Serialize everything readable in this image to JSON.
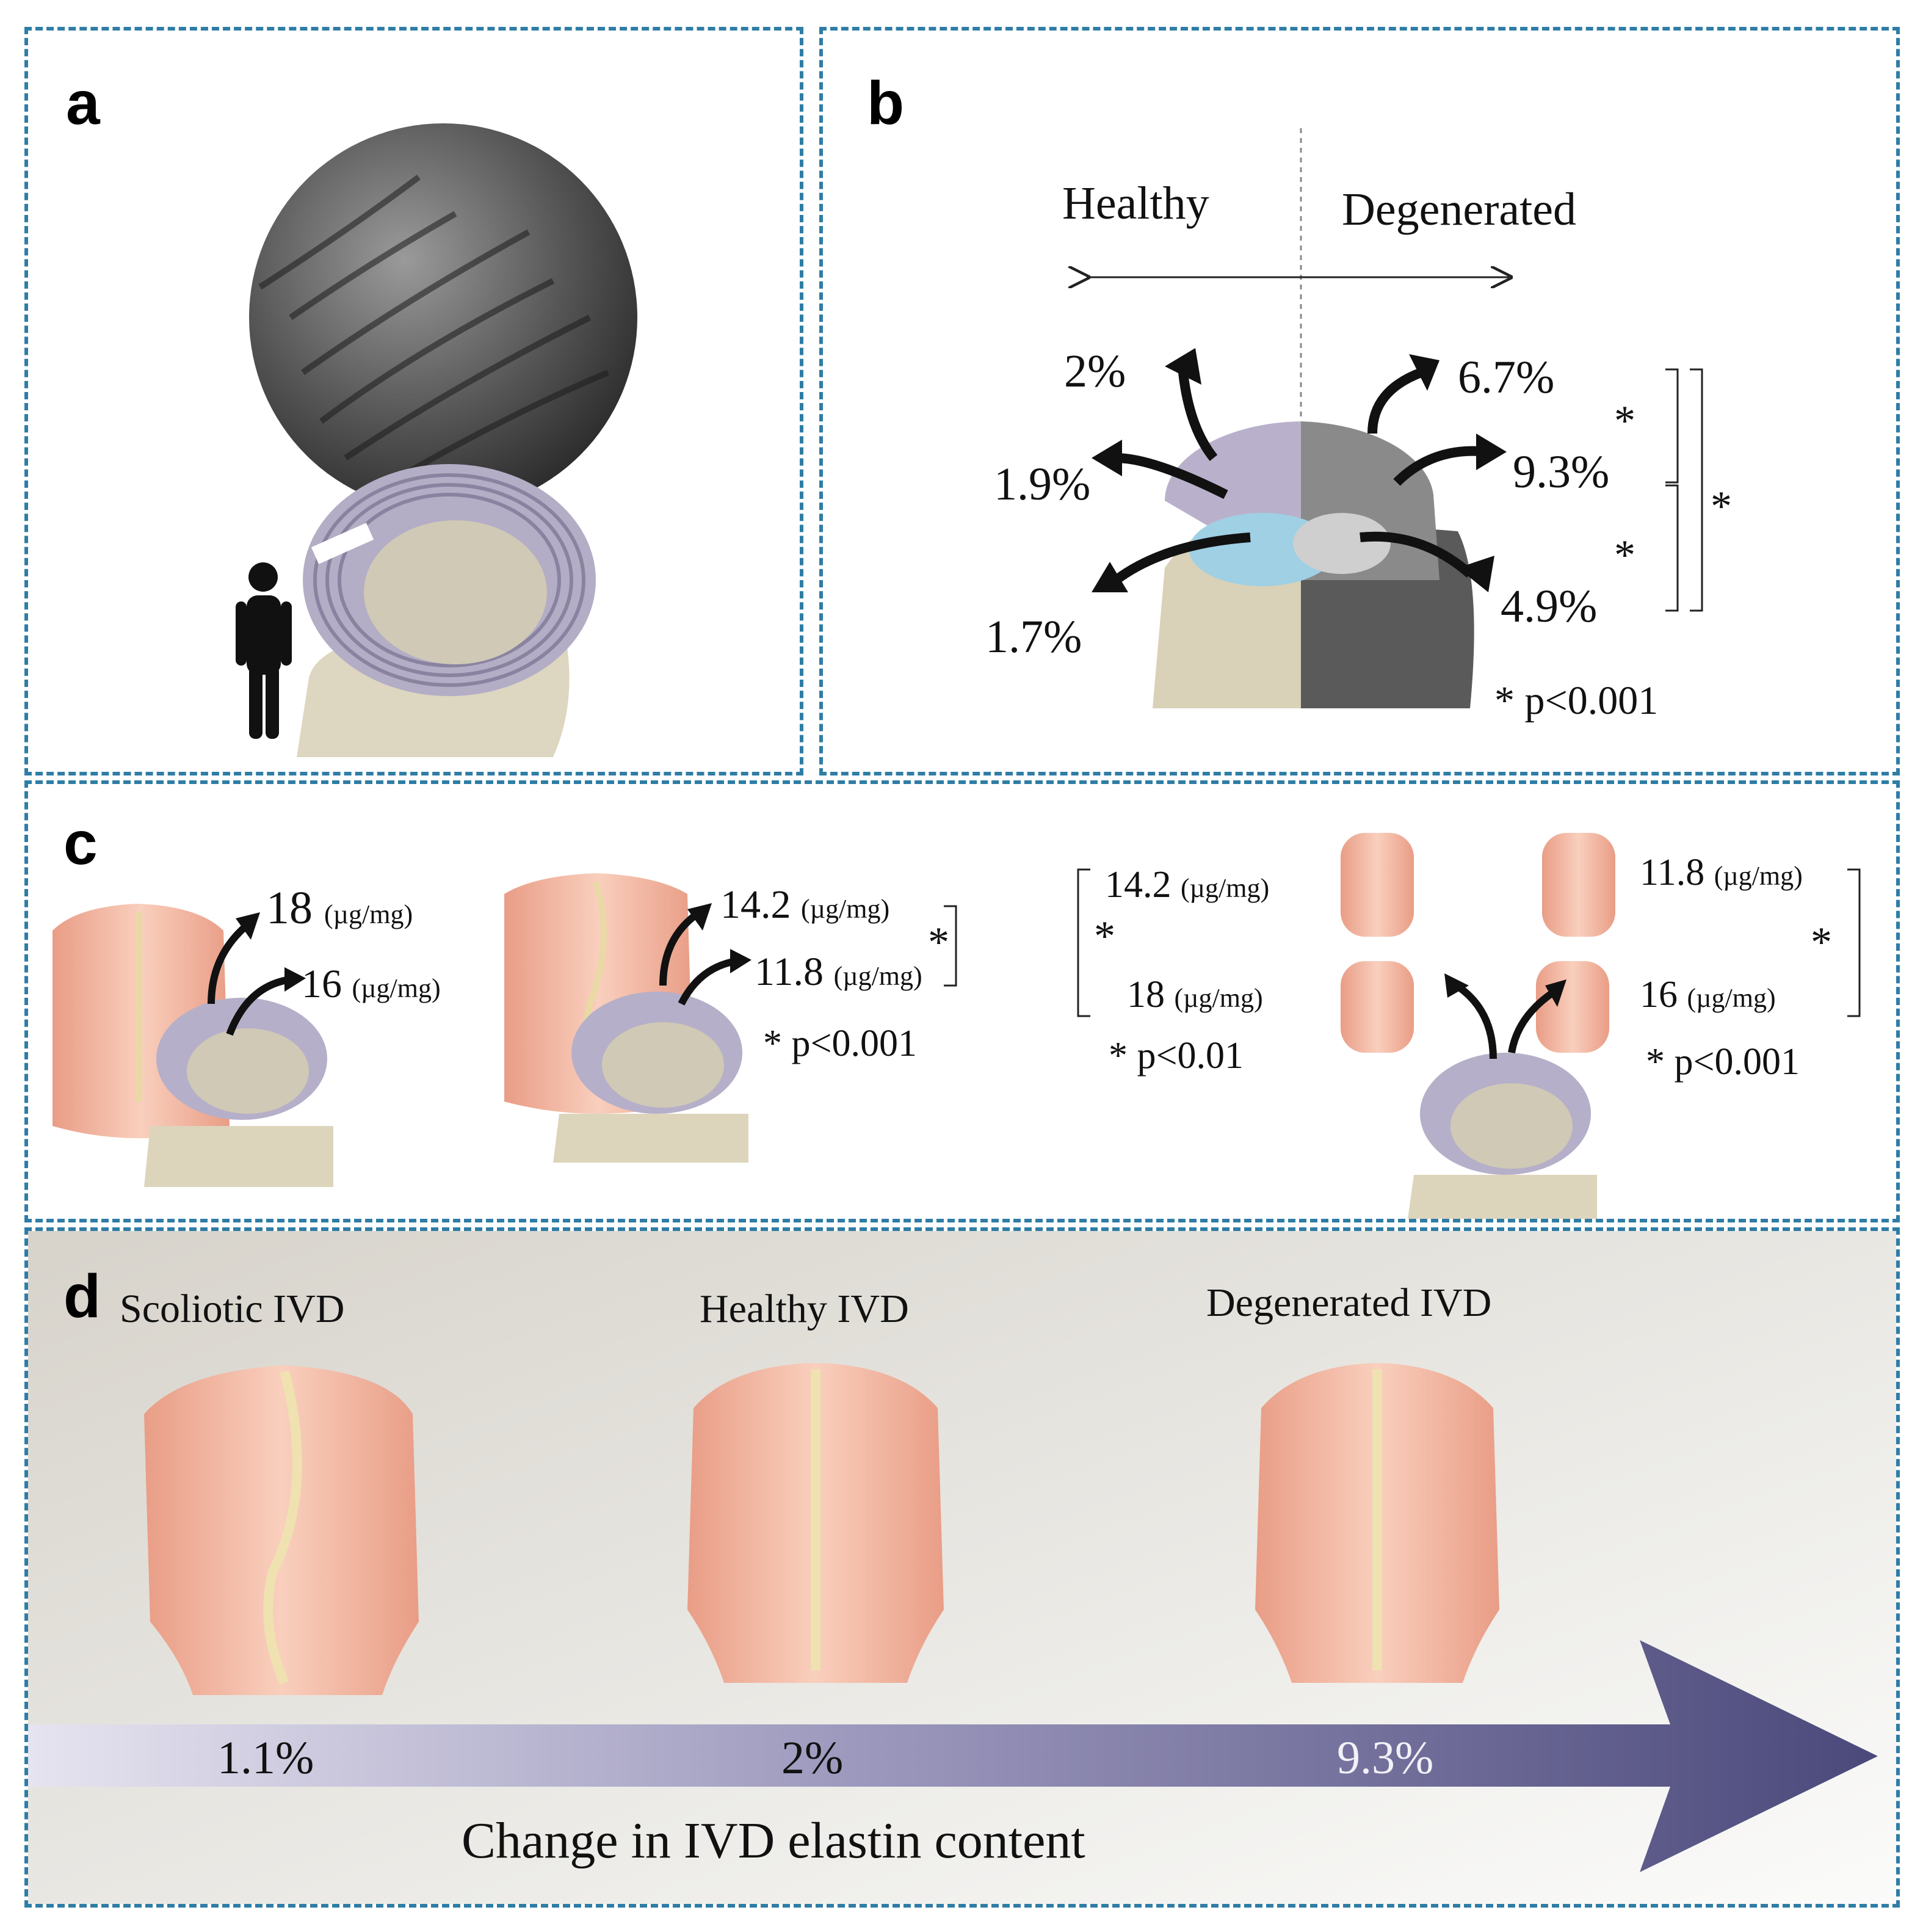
{
  "panels": {
    "a": {
      "label": "a"
    },
    "b": {
      "label": "b",
      "healthy_label": "Healthy",
      "degenerated_label": "Degenerated",
      "healthy_values": [
        "2%",
        "1.9%",
        "1.7%"
      ],
      "degenerated_values": [
        "6.7%",
        "9.3%",
        "4.9%"
      ],
      "sig_star": "*",
      "p_note": "* p<0.001"
    },
    "c": {
      "label": "c",
      "unit": "(µg/mg)",
      "group1": {
        "v1": "18",
        "v2": "16"
      },
      "group2": {
        "v1": "14.2",
        "v2": "11.8",
        "star": "*",
        "p": "* p<0.001"
      },
      "group3": {
        "v1": "14.2",
        "v2": "18",
        "star": "*",
        "p": "* p<0.01"
      },
      "group4": {
        "v1": "11.8",
        "v2": "16",
        "star": "*",
        "p": "* p<0.001"
      }
    },
    "d": {
      "label": "d",
      "titles": [
        "Scoliotic IVD",
        "Healthy IVD",
        "Degenerated IVD"
      ],
      "values": [
        "1.1%",
        "2%",
        "9.3%"
      ],
      "arrow_caption": "Change in IVD elastin content"
    }
  },
  "colors": {
    "frame": "#2f7da6",
    "arrow_start": "#e4e2ee",
    "arrow_end": "#4d4b7d",
    "skin": "#f2b8a0",
    "disc": "#b7b0c8"
  }
}
